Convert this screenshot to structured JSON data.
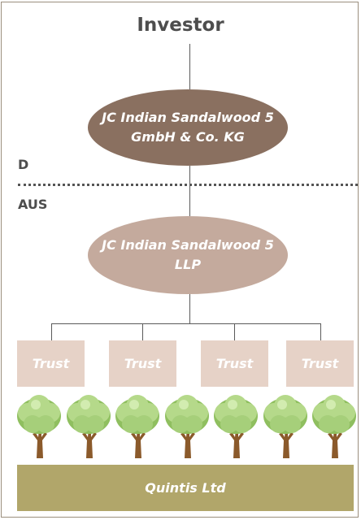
{
  "title": "Investor",
  "top_entity": "JC Indian Sandalwood 5\nGmbH & Co. KG",
  "region_top": "D",
  "region_bottom": "AUS",
  "mid_entity": "JC Indian Sandalwood 5\nLLP",
  "trusts": [
    "Trust",
    "Trust",
    "Trust",
    "Trust"
  ],
  "bottom_entity": "Quintis Ltd",
  "tree_count": 7,
  "colors": {
    "top_ellipse": "#8a7060",
    "mid_ellipse": "#c4aa9d",
    "trust_box": "#e6d2c7",
    "bottom_bar": "#b1a66a",
    "tree_foliage": "#b5d98a",
    "tree_trunk": "#8b5a2b"
  }
}
